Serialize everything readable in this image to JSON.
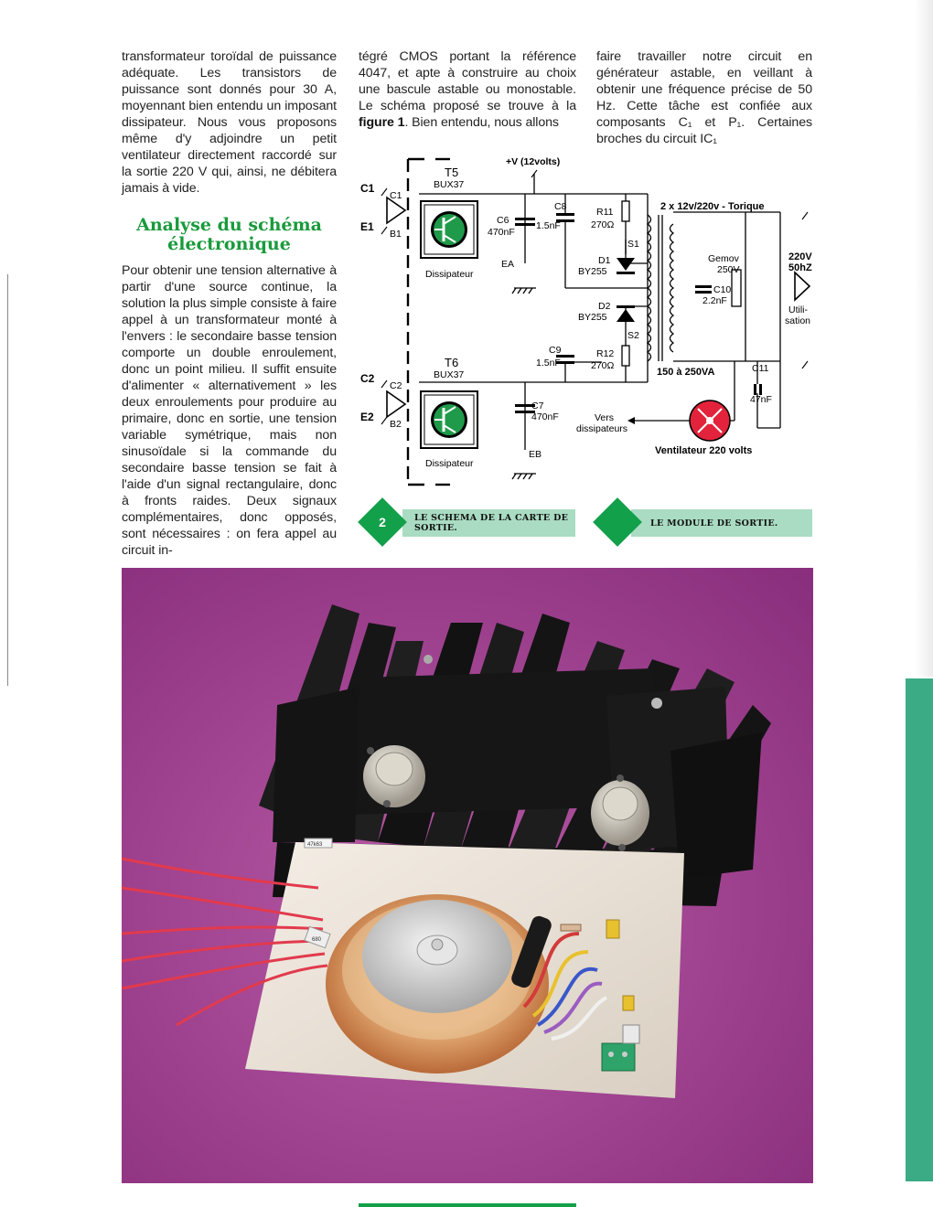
{
  "col1": {
    "text": "transformateur toroïdal de puissance adéquate. Les transistors de puissance sont donnés pour 30 A, moyennant bien entendu un imposant dissipateur. Nous vous proposons même d'y adjoindre un petit ventilateur directement raccordé sur la sortie 220 V qui, ainsi, ne débitera jamais à vide."
  },
  "section_heading": {
    "line1": "Analyse du schéma",
    "line2": "électronique"
  },
  "col1b": {
    "text": "Pour obtenir une tension alternative à partir d'une source continue, la solution la plus simple consiste à faire appel à un transformateur monté à l'envers : le secondaire basse tension comporte un double enroulement, donc un point milieu. Il suffit ensuite d'alimenter « alternativement » les deux enroulements pour produire au primaire, donc en sortie, une tension variable symétrique, mais non sinusoïdale si la commande du secondaire basse tension se fait à l'aide d'un signal rectangulaire, donc à fronts raides. Deux signaux complémentaires, donc opposés, sont nécessaires : on fera appel au circuit in-"
  },
  "col2": {
    "text_before": "tégré CMOS portant la référence 4047, et apte à construire au choix une bascule astable ou monostable. Le schéma proposé se trouve à la ",
    "bold": "figure 1",
    "text_after": ". Bien entendu, nous allons"
  },
  "col3": {
    "text": "faire travailler notre circuit en générateur astable, en veillant à obtenir une fréquence précise de 50 Hz. Cette tâche est confiée aux composants C₁ et P₁. Certaines broches du circuit IC₁"
  },
  "schematic": {
    "supply": "+V (12volts)",
    "t5": "T5",
    "t5_ref": "BUX37",
    "t6": "T6",
    "t6_ref": "BUX37",
    "c1_outer": "C1",
    "c1_inner": "C1",
    "e1": "E1",
    "b1": "B1",
    "c2_outer": "C2",
    "c2_inner": "C2",
    "e2": "E2",
    "b2": "B2",
    "dissipateur_top": "Dissipateur",
    "dissipateur_bottom": "Dissipateur",
    "ea": "EA",
    "eb": "EB",
    "c6": "C6",
    "c6_val": "470nF",
    "c8": "C8",
    "c8_val": "1.5nF",
    "r11": "R11",
    "r11_val": "270Ω",
    "s1": "S1",
    "d1": "D1",
    "d1_ref": "BY255",
    "d2": "D2",
    "d2_ref": "BY255",
    "s2": "S2",
    "c9": "C9",
    "c9_val": "1.5nF",
    "r12": "R12",
    "r12_val": "270Ω",
    "c7": "C7",
    "c7_val": "470nF",
    "transformer": "2 x 12v/220v - Torique",
    "gemov": "Gemov",
    "gemov_val": "250V",
    "c10": "C10",
    "c10_val": "2.2nF",
    "output_v": "220V",
    "output_f": "50hZ",
    "util1": "Utili-",
    "util2": "sation",
    "power": "150 à 250VA",
    "c11": "C11",
    "c11_val": "47nF",
    "vers1": "Vers",
    "vers2": "dissipateurs",
    "fan": "Ventilateur 220 volts"
  },
  "captions": {
    "num": "2",
    "cap1_line1": "LE SCHEMA DE LA CARTE DE",
    "cap1_line2": "SORTIE.",
    "cap2": "LE MODULE DE SORTIE."
  },
  "photo": {
    "label1": "47k63",
    "label2": "680"
  },
  "colors": {
    "accent_green": "#13a04a",
    "caption_bg": "#a9dcc3",
    "heading_green": "#1a9a3c",
    "side_tab": "#3bab86"
  }
}
